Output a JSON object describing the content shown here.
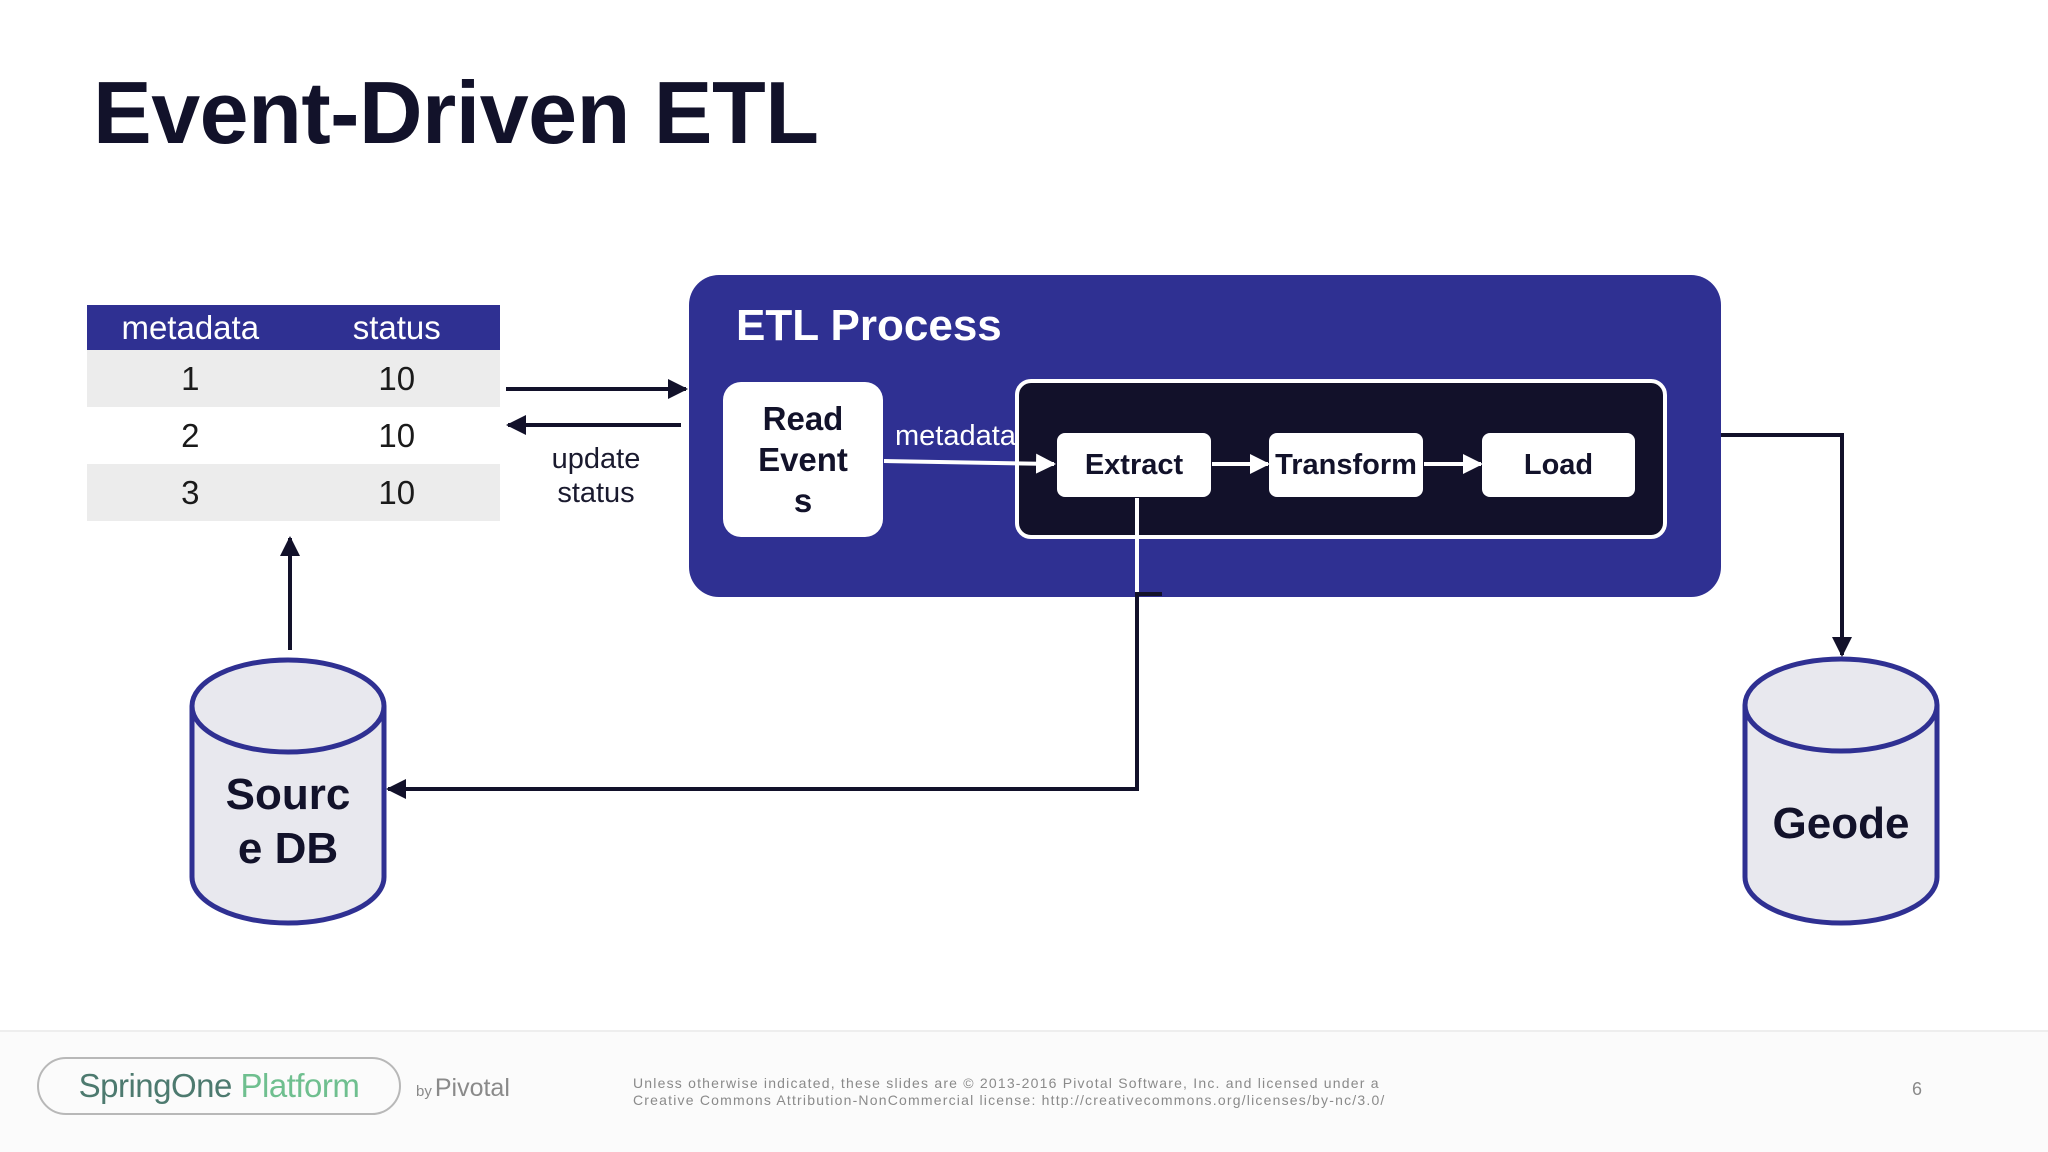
{
  "slide": {
    "title": "Event-Driven ETL",
    "page_number": "6"
  },
  "metadata_table": {
    "headers": [
      "metadata",
      "status"
    ],
    "rows": [
      [
        "1",
        "10"
      ],
      [
        "2",
        "10"
      ],
      [
        "3",
        "10"
      ]
    ]
  },
  "labels": {
    "update_status_line1": "update",
    "update_status_line2": "status",
    "metadata_flow": "metadata"
  },
  "etl_process": {
    "title": "ETL Process",
    "read_events": "Read Events",
    "steps": [
      "Extract",
      "Transform",
      "Load"
    ]
  },
  "databases": {
    "source": "Source DB",
    "target": "Geode"
  },
  "footer": {
    "logo_part1": "SpringOne",
    "logo_part2": " Platform",
    "by": "by",
    "pivotal": "Pivotal",
    "legal_line1": "Unless otherwise indicated, these slides are © 2013-2016 Pivotal Software, Inc. and licensed under a",
    "legal_line2": "Creative Commons Attribution-NonCommercial license: http://creativecommons.org/licenses/by-nc/3.0/"
  },
  "colors": {
    "brand_blue": "#2f3092",
    "dark_navy": "#12112a",
    "cylinder_fill": "#e8e8ee"
  }
}
